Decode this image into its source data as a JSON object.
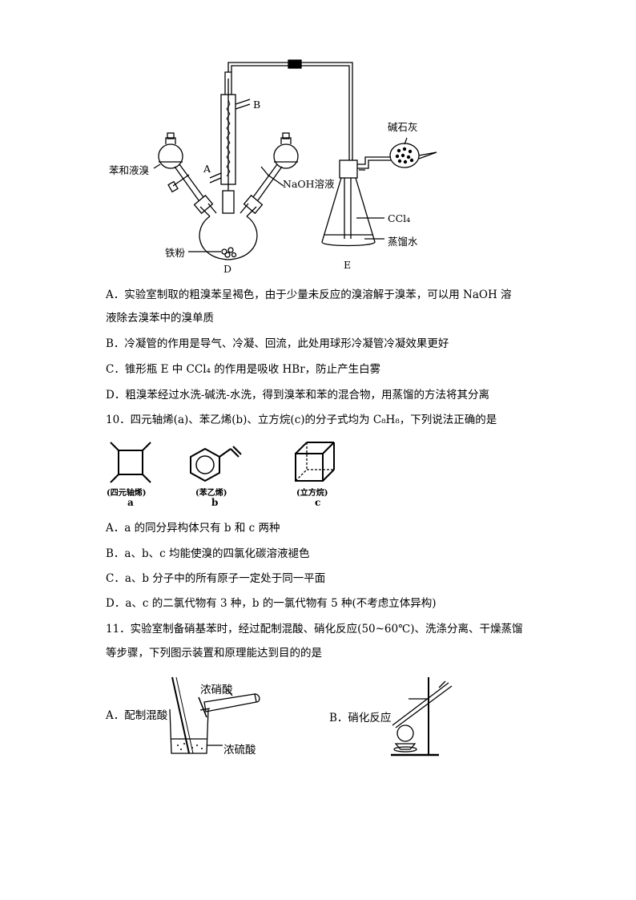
{
  "fig1": {
    "label_benzene": "苯和液溴",
    "label_A": "A",
    "label_B": "B",
    "label_naoh": "NaOH溶液",
    "label_iron": "铁粉",
    "label_D": "D",
    "label_lime": "碱石灰",
    "label_ccl4": "CCl₄",
    "label_water": "蒸馏水",
    "label_E": "E"
  },
  "q9_options": [
    "A．实验室制取的粗溴苯呈褐色，由于少量未反应的溴溶解于溴苯，可以用 NaOH 溶",
    "液除去溴苯中的溴单质",
    "B．冷凝管的作用是导气、冷凝、回流，此处用球形冷凝管冷凝效果更好",
    "C．锥形瓶 E 中 CCl₄ 的作用是吸收 HBr，防止产生白雾",
    "D．粗溴苯经过水洗-碱洗-水洗，得到溴苯和苯的混合物，用蒸馏的方法将其分离"
  ],
  "q10": {
    "stem": "10．四元轴烯(a)、苯乙烯(b)、立方烷(c)的分子式均为 C₈H₈，下列说法正确的是",
    "cap_a": "(四元轴烯)",
    "cap_b": "(苯乙烯)",
    "cap_c": "(立方烷)",
    "letter_a": "a",
    "letter_b": "b",
    "letter_c": "c",
    "options": [
      "A．a 的同分异构体只有 b 和 c 两种",
      "B．a、b、c 均能使溴的四氯化碳溶液褪色",
      "C．a、b 分子中的所有原子一定处于同一平面",
      "D．a、c 的二氯代物有 3 种，b 的一氯代物有 5 种(不考虑立体异构)"
    ]
  },
  "q11": {
    "stem_line1": "11．实验室制备硝基苯时，经过配制混酸、硝化反应(50~60℃)、洗涤分离、干燥蒸馏",
    "stem_line2": "等步骤，下列图示装置和原理能达到目的的是",
    "optA": "A．配制混酸",
    "label_nitric": "浓硝酸",
    "label_sulfuric": "浓硫酸",
    "optB": "B．硝化反应"
  }
}
